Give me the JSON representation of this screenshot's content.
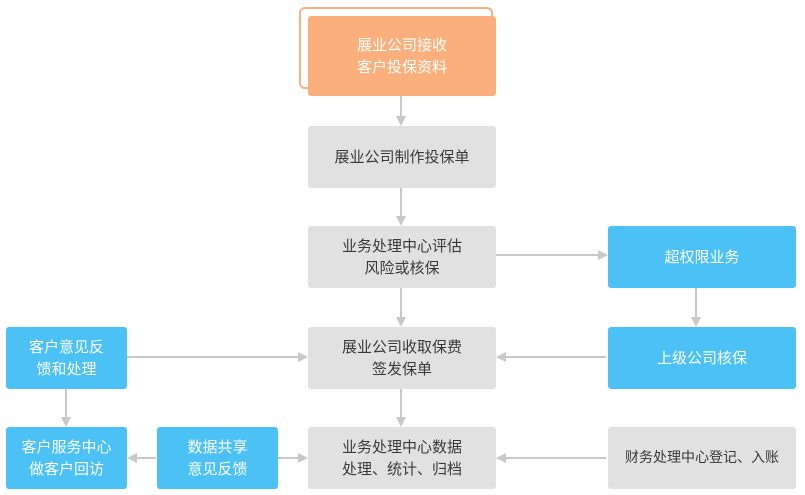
{
  "nodes": {
    "receive": "展业公司接收\n客户投保资料",
    "make_policy": "展业公司制作投保单",
    "evaluate": "业务处理中心评估\n风险或核保",
    "over_limit": "超权限业务",
    "collect_fee": "展业公司收取保费\n签发保单",
    "superior": "上级公司核保",
    "feedback": "客户意见反\n馈和处理",
    "data_process": "业务处理中心数据\n处理、统计、归档",
    "finance": "财务处理中心登记、入账",
    "share": "数据共享\n意见反馈",
    "service": "客户服务中心\n做客户回访"
  },
  "colors": {
    "blue": "#4bc1f5",
    "gray": "#e1e1e1",
    "orange": "#fbaf7c",
    "arrow": "#c8c8c8"
  }
}
